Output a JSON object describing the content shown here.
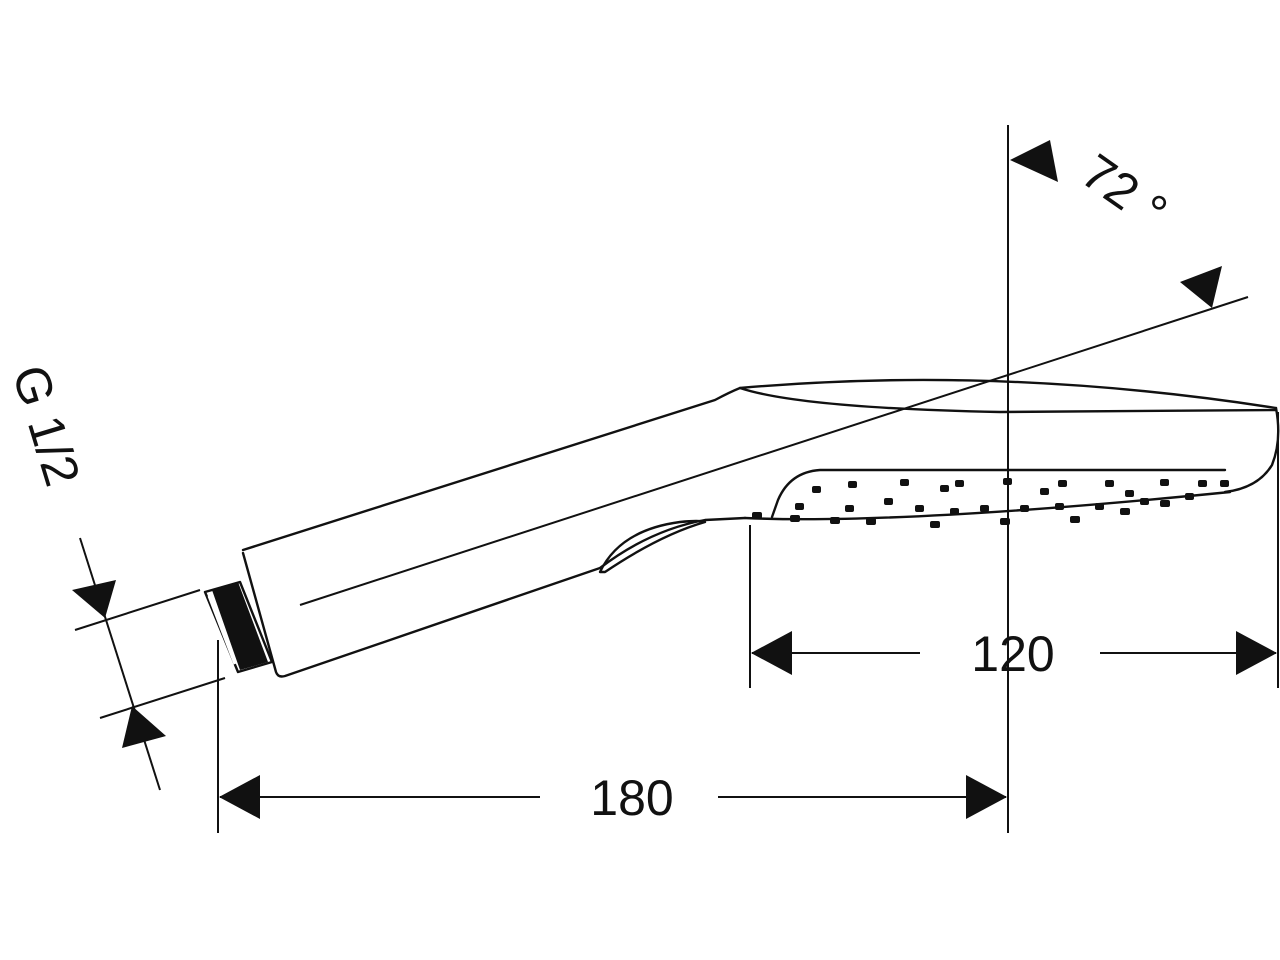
{
  "title": "Hand shower dimension drawing",
  "dimensions": {
    "angle": "72 °",
    "thread": "G 1/2",
    "head_width": "120",
    "overall_length": "180"
  },
  "colors": {
    "line": "#111111",
    "background": "#ffffff"
  }
}
